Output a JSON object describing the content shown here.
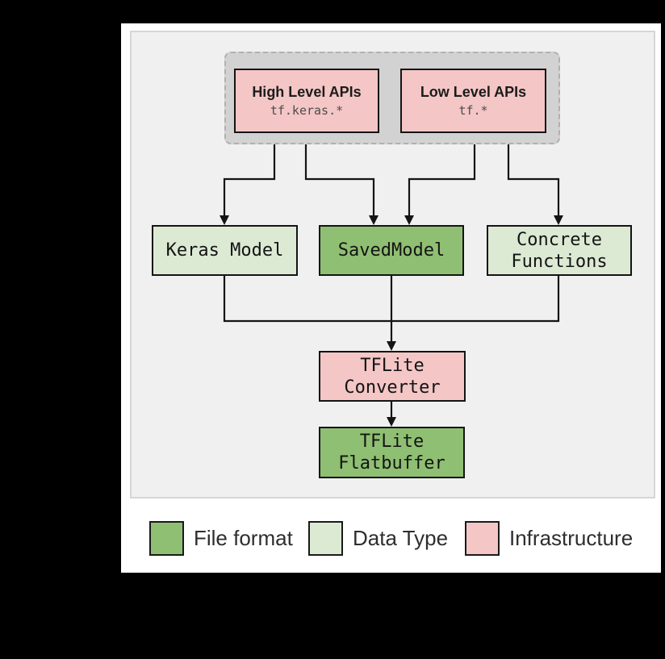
{
  "colors": {
    "background": "#000000",
    "panel_white": "#ffffff",
    "diagram_gray": "#f0f0f0",
    "api_container_gray": "#d2d2d2",
    "file_format_green": "#8fbf72",
    "data_type_green": "#dcead4",
    "infrastructure_pink": "#f4c6c6",
    "line_black": "#141414"
  },
  "diagram": {
    "api_group": {
      "high": {
        "title": "High Level APIs",
        "code": "tf.keras.*"
      },
      "low": {
        "title": "Low Level APIs",
        "code": "tf.*"
      }
    },
    "nodes": {
      "keras_model": {
        "label": "Keras Model"
      },
      "saved_model": {
        "label": "SavedModel"
      },
      "concrete_functions": {
        "line1": "Concrete",
        "line2": "Functions"
      },
      "tflite_converter": {
        "line1": "TFLite",
        "line2": "Converter"
      },
      "tflite_flatbuffer": {
        "line1": "TFLite",
        "line2": "Flatbuffer"
      }
    },
    "legend": {
      "items": [
        {
          "label": "File format",
          "color": "#8fbf72"
        },
        {
          "label": "Data Type",
          "color": "#dcead4"
        },
        {
          "label": "Infrastructure",
          "color": "#f4c6c6"
        }
      ]
    }
  }
}
